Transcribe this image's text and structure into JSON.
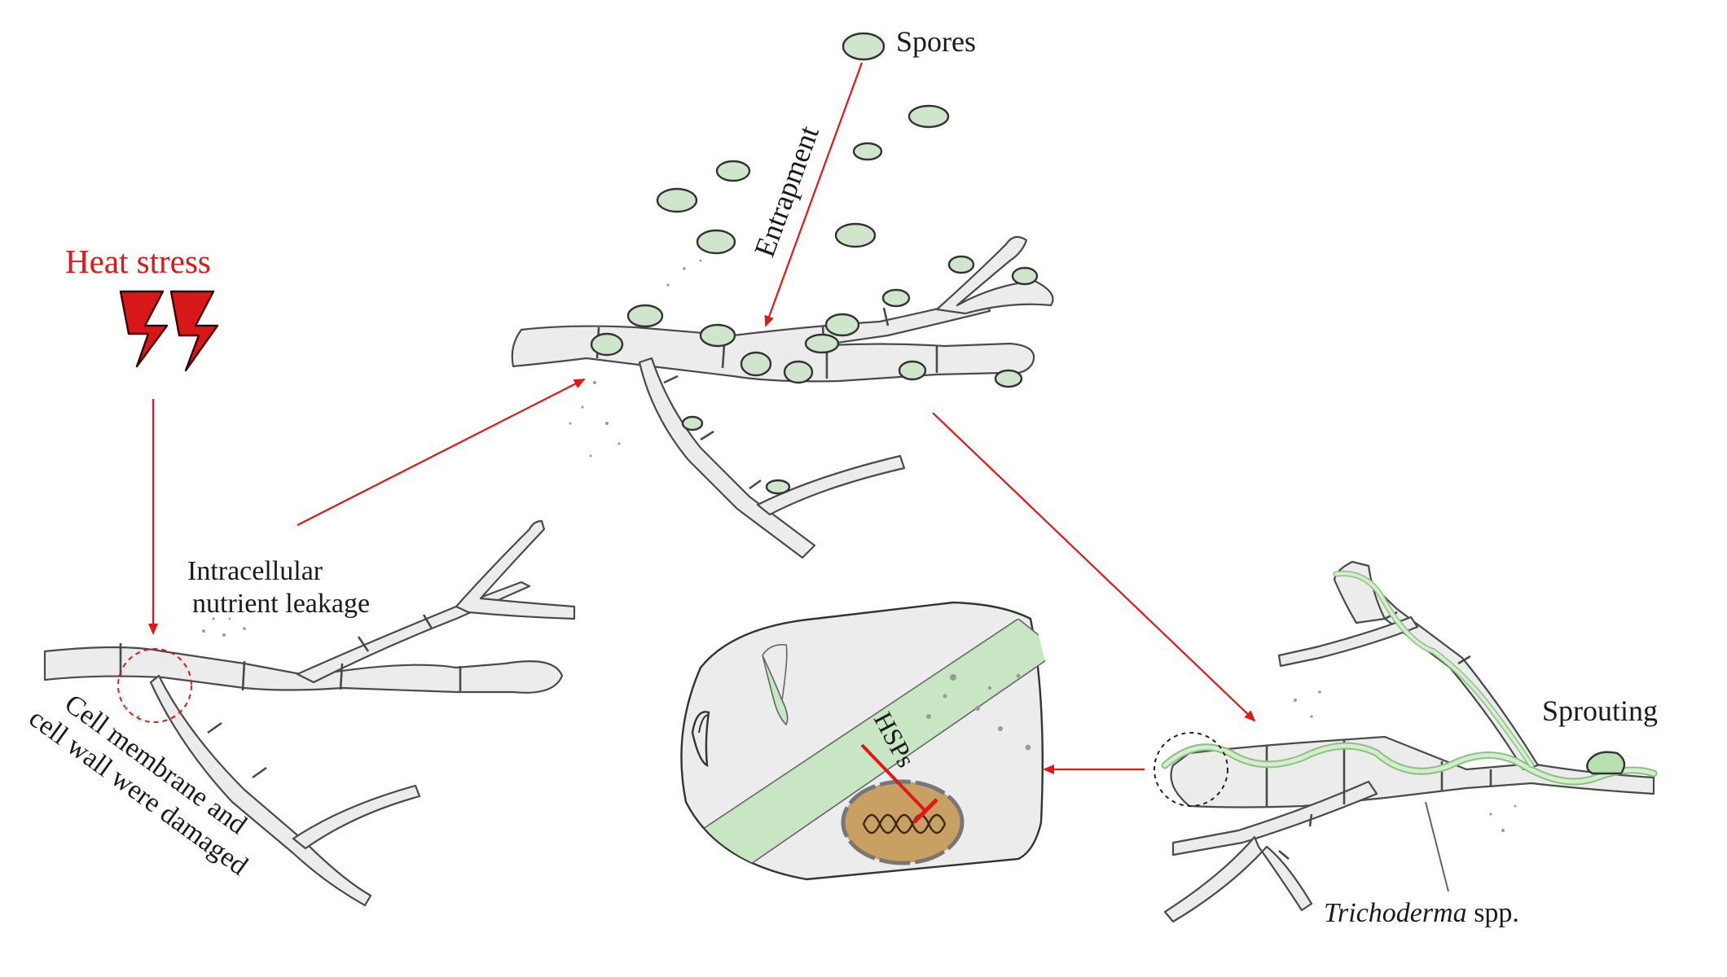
{
  "labels": {
    "spores": "Spores",
    "entrapment": "Entrapment",
    "heat_stress": "Heat stress",
    "leakage_line1": "Intracellular",
    "leakage_line2": "nutrient leakage",
    "damage_line1": "Cell membrane and",
    "damage_line2": "cell wall were damaged",
    "hsps": "HSPs",
    "sprouting": "Sprouting",
    "trichoderma_genus": "Trichoderma",
    "trichoderma_suffix": " spp."
  },
  "colors": {
    "arrow_red": "#e01818",
    "spore_green": "#cfe6cc",
    "hypha_fill": "#ececec",
    "nucleus": "#c8a064",
    "trichoderma_green": "#a8d4a0"
  },
  "icons": {
    "heat": "lightning-bolt-icon"
  }
}
